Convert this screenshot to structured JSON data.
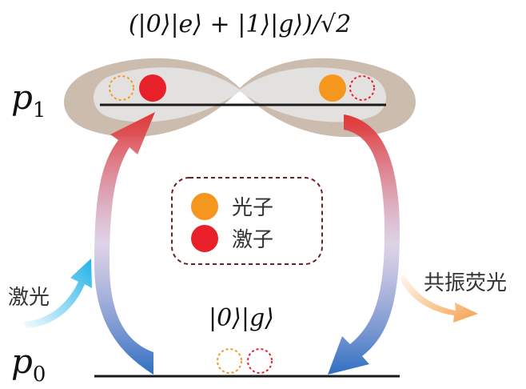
{
  "top_state_label": "(|0⟩|e⟩ + |1⟩|g⟩)/√2",
  "bottom_state_label": "|0⟩|g⟩",
  "level_upper": {
    "base": "p",
    "sub": "1"
  },
  "level_lower": {
    "base": "p",
    "sub": "0"
  },
  "legend": {
    "photon_label": "光子",
    "exciton_label": "激子"
  },
  "laser_label": "激光",
  "fluorescence_label": "共振荧光",
  "colors": {
    "photon": "#f5961e",
    "exciton": "#e8202a",
    "lobe_outer": "#cbbcae",
    "lobe_inner": "#e3e1df",
    "level_line": "#1a1a1a",
    "arrow_red": "#e23434",
    "arrow_blue": "#2f6fc2",
    "laser_arrow": "#20b2e8",
    "fluor_arrow": "#f5a04a",
    "legend_border": "#6e1f1f"
  }
}
